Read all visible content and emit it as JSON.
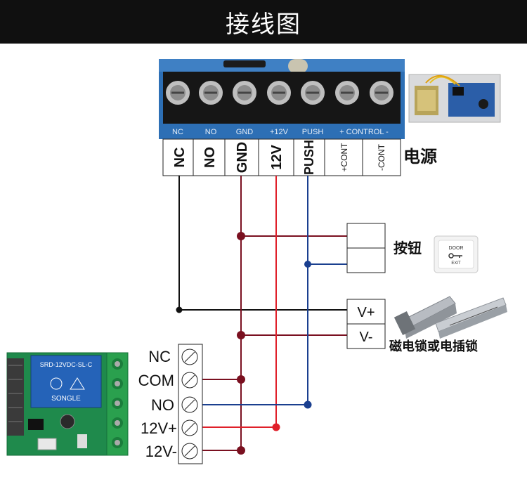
{
  "title": "接线图",
  "colors": {
    "ground_line": "#7a1020",
    "v12_line": "#e0202a",
    "push_line": "#1a3f8f",
    "nc_line": "#111111"
  },
  "power_supply": {
    "label": "电源",
    "board_labels": [
      "NC",
      "NO",
      "GND",
      "+12V",
      "PUSH",
      "+ CONTROL -"
    ],
    "terminals": [
      "NC",
      "NO",
      "GND",
      "12V",
      "PUSH",
      "+CONT",
      "-CONT"
    ]
  },
  "exit_button": {
    "label": "按钮",
    "plate_top": "DOOR",
    "plate_bottom": "EXIT"
  },
  "lock": {
    "label": "磁电锁或电插锁",
    "terminals": [
      "V+",
      "V-"
    ]
  },
  "relay_module": {
    "relay_text": "SRD-12VDC-SL-C",
    "relay_brand": "SONGLE",
    "terminals": [
      "NC",
      "COM",
      "NO",
      "12V+",
      "12V-"
    ]
  }
}
